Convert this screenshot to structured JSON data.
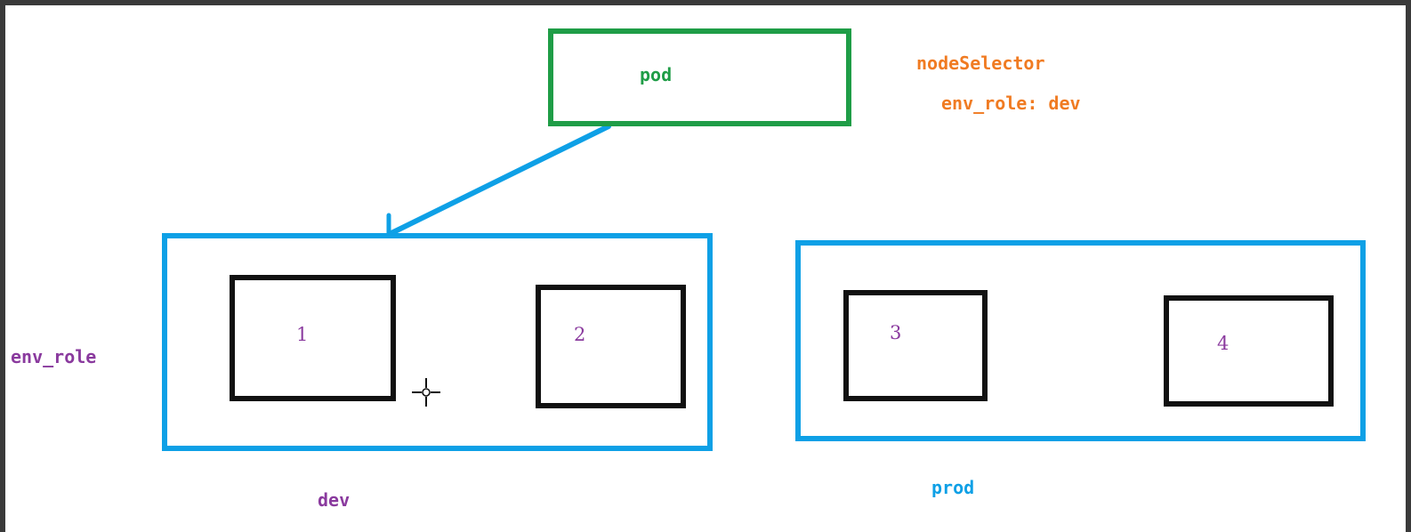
{
  "pod": {
    "label": "pod"
  },
  "selector": {
    "title": "nodeSelector",
    "rule": "env_role: dev"
  },
  "label_key": "env_role",
  "groups": [
    {
      "name": "dev",
      "nodes": [
        "1",
        "2"
      ]
    },
    {
      "name": "prod",
      "nodes": [
        "3",
        "4"
      ]
    }
  ],
  "colors": {
    "pod_border": "#1f9d47",
    "group_border": "#0ea0e6",
    "node_border": "#111111",
    "selector_text": "#f07b22",
    "label_text": "#8a3a9e",
    "edge": "#0ea0e6"
  },
  "icons": {
    "cursor": "crosshair-cursor-icon"
  }
}
